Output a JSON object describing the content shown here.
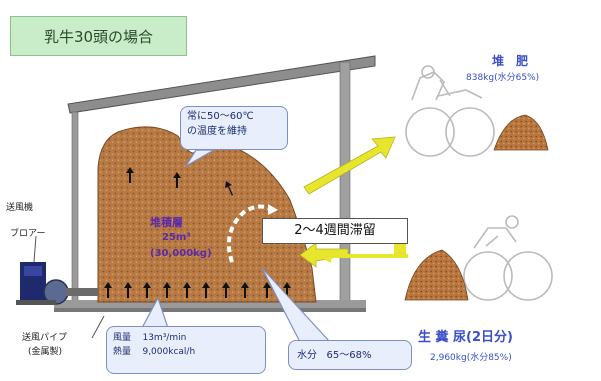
{
  "title": "乳牛30頭の場合",
  "temperature_note": {
    "line1": "常に50～60℃",
    "line2": "の温度を維持"
  },
  "pile": {
    "name": "堆積層",
    "volume": "25m³",
    "weight": "(30,000kg)"
  },
  "retention": "2～4週間滞留",
  "compost": {
    "label": "堆　肥",
    "detail": "838kg(水分65%)"
  },
  "input": {
    "label": "生 糞 尿(2日分)",
    "detail": "2,960kg(水分85%)"
  },
  "equipment": {
    "blower_top": "送風機",
    "blower": "ブロアー",
    "pipe_line1": "送風パイプ",
    "pipe_line2": "(金属製)"
  },
  "air": {
    "flow_label": "風量",
    "flow_value": "13m³/min",
    "heat_label": "熱量",
    "heat_value": "9,000kcal/h"
  },
  "moisture": {
    "label": "水分",
    "value": "65～68%"
  },
  "colors": {
    "title_bg": "#c9ecc9",
    "callout_bg": "#e8eefb",
    "pile": "#b87a45",
    "arrow": "#e8e62c",
    "roof": "#7a7a7a"
  }
}
